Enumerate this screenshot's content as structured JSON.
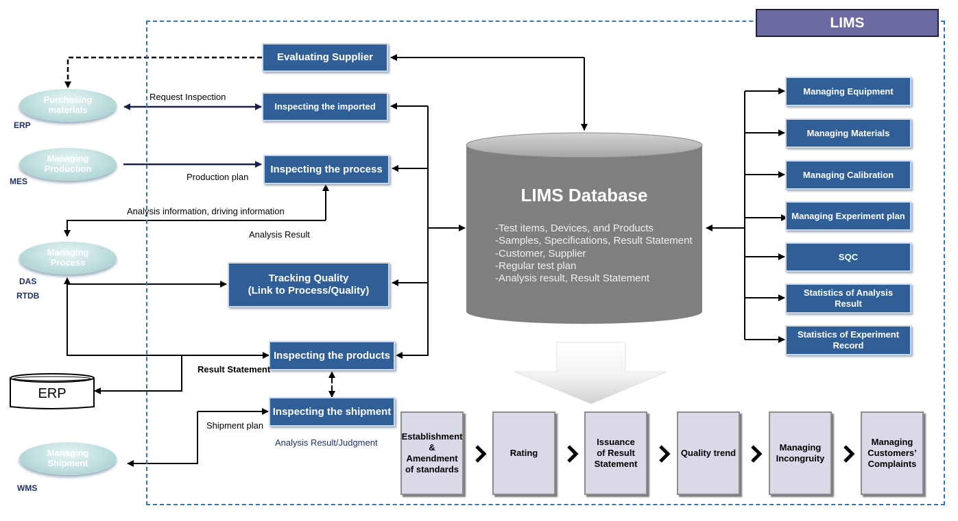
{
  "lims_title": "LIMS",
  "database": {
    "title": "LIMS Database",
    "items": [
      "-Test items, Devices, and Products",
      "-Samples, Specifications, Result Statement",
      "-Customer, Supplier",
      "-Regular test plan",
      "-Analysis result, Result Statement"
    ]
  },
  "left_functions": {
    "evaluating_supplier": "Evaluating Supplier",
    "inspecting_imported": "Inspecting the imported",
    "inspecting_process": "Inspecting the process",
    "tracking_quality_line1": "Tracking Quality",
    "tracking_quality_line2": "(Link to Process/Quality)",
    "inspecting_products": "Inspecting the products",
    "inspecting_shipment": "Inspecting the shipment"
  },
  "right_functions": [
    {
      "line1": "Managing Equipment",
      "line2": ""
    },
    {
      "line1": "Managing Materials",
      "line2": ""
    },
    {
      "line1": "Managing Calibration",
      "line2": ""
    },
    {
      "line1": "Managing Experiment plan",
      "line2": ""
    },
    {
      "line1": "SQC",
      "line2": ""
    },
    {
      "line1": "Statistics of Analysis",
      "line2": "Result"
    },
    {
      "line1": "Statistics of Experiment",
      "line2": "Record"
    }
  ],
  "external_systems": [
    {
      "line1": "Purchasing",
      "line2": "materials",
      "system": "ERP"
    },
    {
      "line1": "Managing",
      "line2": "Production",
      "system": "MES"
    },
    {
      "line1": "Managing",
      "line2": "Process",
      "system": "DAS",
      "system2": "RTDB"
    },
    {
      "line1": "Managing",
      "line2": "Shipment",
      "system": "WMS"
    }
  ],
  "erp_storage": "ERP",
  "flow_labels": {
    "request_inspection": "Request Inspection",
    "production_plan": "Production plan",
    "analysis_information": "Analysis information, driving information",
    "analysis_result": "Analysis Result",
    "result_statement": "Result Statement",
    "shipment_plan": "Shipment plan",
    "analysis_result_judgment": "Analysis Result/Judgment"
  },
  "process_steps": [
    {
      "line1": "Establishment",
      "line2": "&",
      "line3": "Amendment",
      "line4": "of standards"
    },
    {
      "line1": "Rating",
      "line2": "",
      "line3": "",
      "line4": ""
    },
    {
      "line1": "Issuance",
      "line2": "of Result",
      "line3": "Statement",
      "line4": ""
    },
    {
      "line1": "Quality trend",
      "line2": "",
      "line3": "",
      "line4": ""
    },
    {
      "line1": "Managing",
      "line2": "Incongruity",
      "line3": "",
      "line4": ""
    },
    {
      "line1": "Managing",
      "line2": "Customers’",
      "line3": "Complaints",
      "line4": ""
    }
  ],
  "colors": {
    "function_box": "#2f5f96",
    "database": "#7f7f7f",
    "lims_title": "#6b6aa3",
    "frame": "#2e75b6",
    "step_box": "#d9d9e8"
  }
}
